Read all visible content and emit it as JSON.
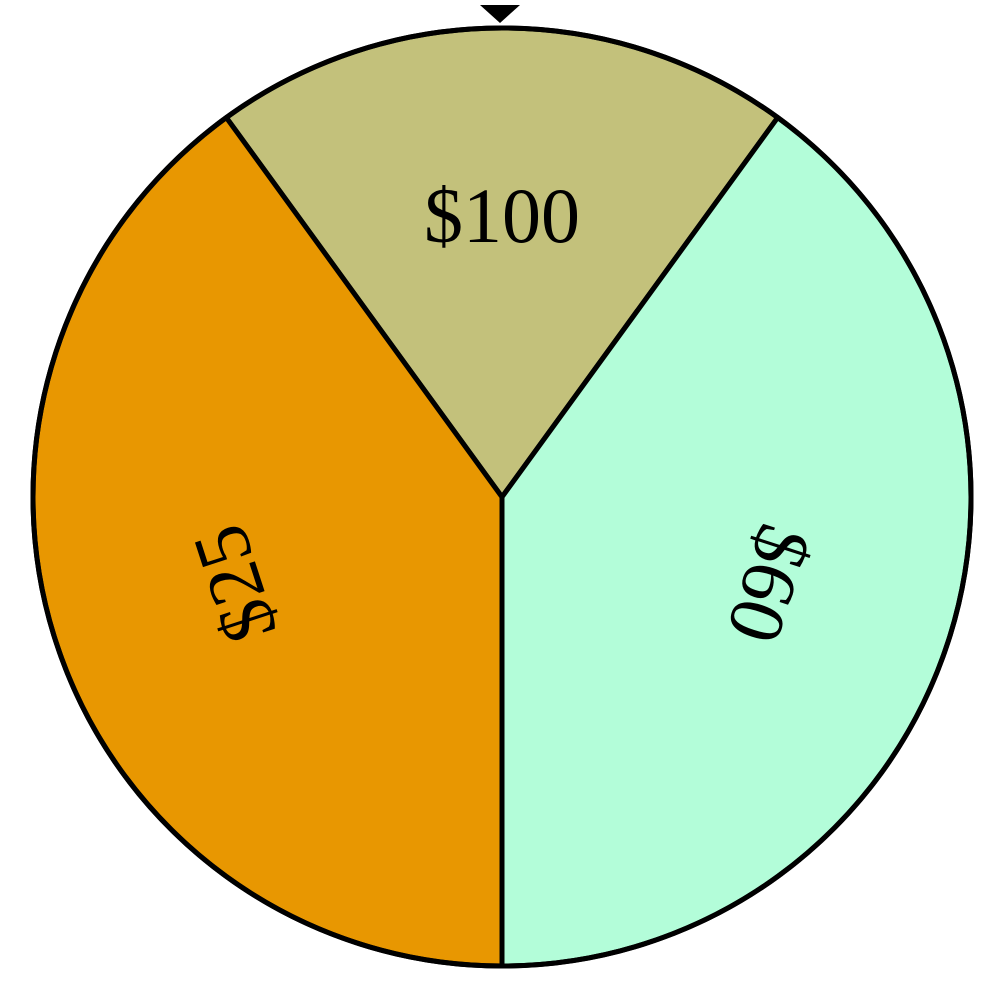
{
  "wheel": {
    "segments": [
      {
        "label": "$100",
        "color": "#c3c17b",
        "share": 0.2
      },
      {
        "label": "$60",
        "color": "#b3fdd9",
        "share": 0.4
      },
      {
        "label": "$25",
        "color": "#e89701",
        "share": 0.4
      }
    ],
    "border_color": "#000000",
    "labels_upside_down": true
  },
  "pointer": {
    "icon": "triangle-down-icon",
    "color": "#000000"
  }
}
